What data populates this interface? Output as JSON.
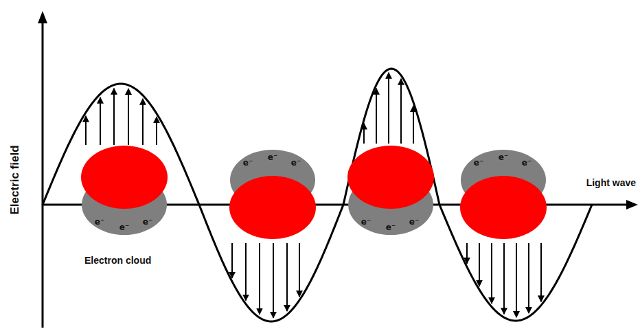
{
  "diagram": {
    "nodes": [
      {
        "text": [
          "e⁻",
          "e⁻",
          "e⁻"
        ]
      },
      {
        "text": [
          "e⁻",
          "e⁻",
          "e⁻"
        ]
      },
      {
        "text": [
          "e⁻",
          "e⁻",
          "e⁻"
        ]
      },
      {
        "text": [
          "e⁻",
          "e⁻",
          "e⁻"
        ]
      }
    ],
    "labels": [
      "Electric field",
      "Light wave",
      "Electron cloud"
    ]
  }
}
